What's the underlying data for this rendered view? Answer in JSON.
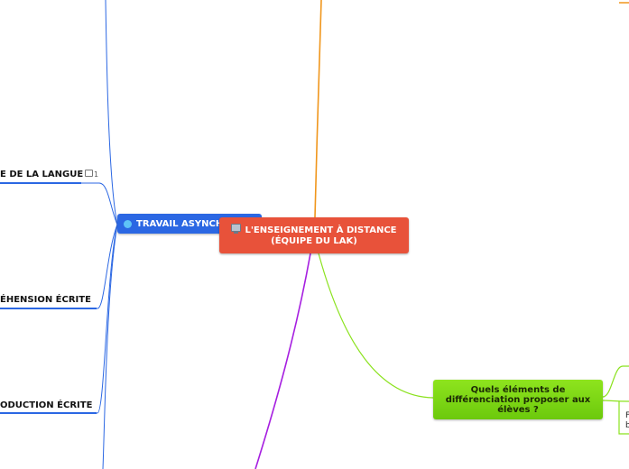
{
  "map": {
    "central": {
      "label_1": "L'ENSEIGNEMENT À DISTANCE",
      "label_2": "(ÉQUIPE DU LAK)",
      "icon": "computer-icon"
    },
    "async_branch": {
      "label": "TRAVAIL ASYNCHRONE",
      "icon": "globe-icon",
      "color": "#2b67e3"
    },
    "topics": [
      {
        "label": "E DE LA LANGUE",
        "comments": "1"
      },
      {
        "label": "ÉHENSION ÉCRITE"
      },
      {
        "label": "ODUCTION ÉCRITE"
      }
    ],
    "question": {
      "label_1": "Quels éléments de",
      "label_2": "différenciation proposer aux",
      "label_3": "élèves ?",
      "color": "#7ad615"
    },
    "right_clipped": [
      "F",
      "b"
    ],
    "colors": {
      "central": "#e8523a",
      "orange_branch": "#f0961c",
      "purple_branch": "#a61fe0",
      "green_branch": "#8be21e",
      "blue_branch": "#2b67e3"
    }
  }
}
